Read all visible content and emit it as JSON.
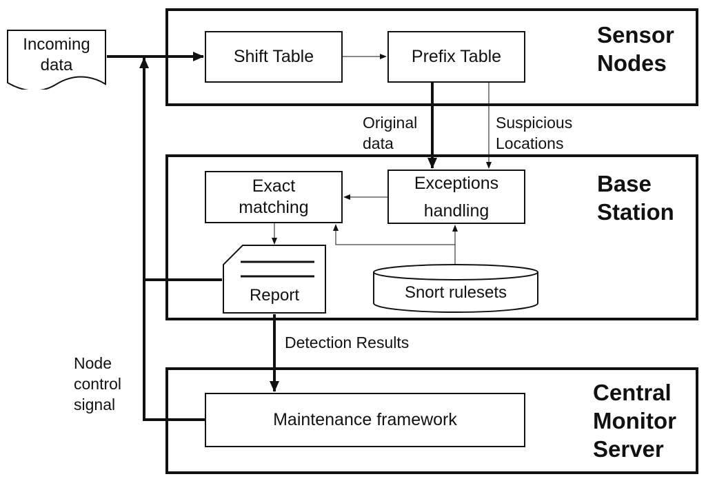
{
  "incoming": {
    "text": "Incoming\ndata"
  },
  "panels": {
    "sensor": {
      "title": "Sensor\nNodes"
    },
    "base": {
      "title": "Base\nStation"
    },
    "central": {
      "title": "Central\nMonitor\nServer"
    }
  },
  "boxes": {
    "shift_table": "Shift Table",
    "prefix_table": "Prefix Table",
    "exact_matching": "Exact\nmatching",
    "exceptions_handling": "Exceptions\nhandling",
    "report": "Report",
    "snort_rulesets": "Snort rulesets",
    "maintenance_framework": "Maintenance framework"
  },
  "labels": {
    "original_data": "Original\ndata",
    "suspicious_locations": "Suspicious\nLocations",
    "detection_results": "Detection Results",
    "node_control_signal": "Node\ncontrol\nsignal"
  }
}
